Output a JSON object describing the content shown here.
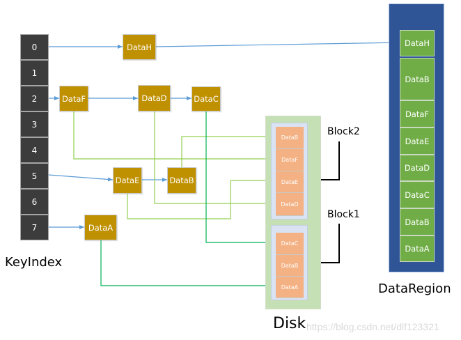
{
  "key_index": {
    "title": "KeyIndex",
    "keys": [
      "0",
      "1",
      "2",
      "3",
      "4",
      "5",
      "6",
      "7"
    ]
  },
  "nodes": {
    "dataH": "DataH",
    "dataF": "DataF",
    "dataD": "DataD",
    "dataC": "DataC",
    "dataE": "DataE",
    "dataB": "DataB",
    "dataA": "DataA"
  },
  "disk": {
    "title": "Disk",
    "block2": {
      "label": "Block2",
      "items": [
        "DataB",
        "DataF",
        "DataE",
        "DataD"
      ]
    },
    "block1": {
      "label": "Block1",
      "items": [
        "DataC",
        "DataB",
        "DataA"
      ]
    }
  },
  "data_region": {
    "title": "DataRegion",
    "items": [
      "DataH",
      "DataB",
      "DataF",
      "DataE",
      "DataD",
      "DataC",
      "DataB",
      "DataA"
    ]
  },
  "colors": {
    "key_cell": "#3c3c3c",
    "node": "#bf9000",
    "disk": "#c5e0b4",
    "block": "#dae3f3",
    "disk_item": "#f4b183",
    "region": "#2f5597",
    "region_item": "#70ad47",
    "arrow_blue": "#5b9bd5",
    "arrow_light_green": "#92d050",
    "arrow_green": "#00b050"
  },
  "watermark": "https://blog.csdn.net/dlf123321"
}
